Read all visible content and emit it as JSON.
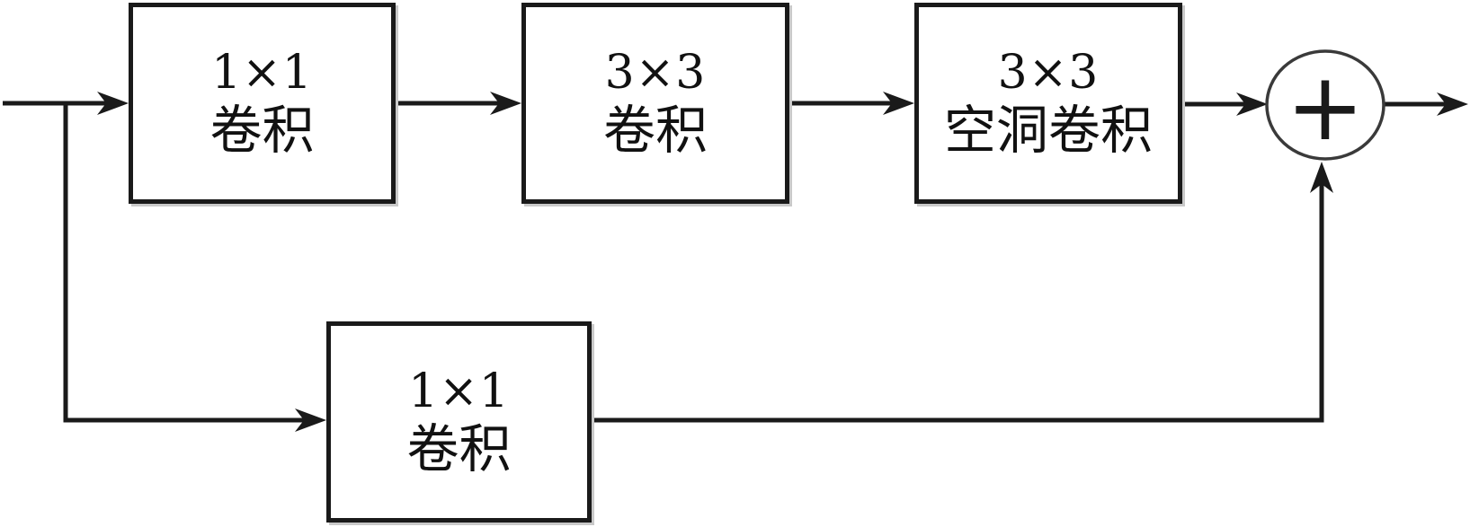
{
  "diagram": {
    "background_color": "#ffffff",
    "stroke_color": "#1a1a1a",
    "blocks": [
      {
        "id": "conv-1x1-top",
        "line1": "1×1",
        "line2": "卷积"
      },
      {
        "id": "conv-3x3",
        "line1": "3×3",
        "line2": "卷积"
      },
      {
        "id": "dilated-conv-3x3",
        "line1": "3×3",
        "line2": "空洞卷积"
      },
      {
        "id": "conv-1x1-skip",
        "line1": "1×1",
        "line2": "卷积"
      }
    ],
    "sum_node": {
      "symbol": "+"
    }
  }
}
